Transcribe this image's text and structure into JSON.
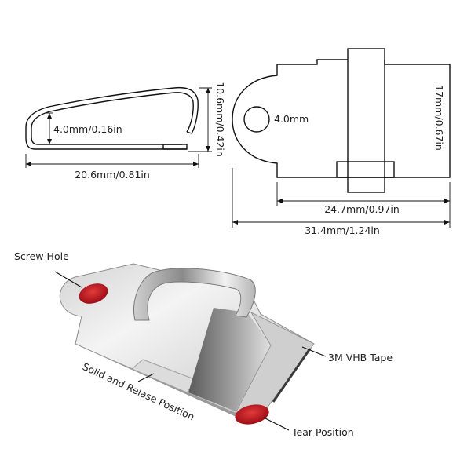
{
  "side_view": {
    "inner_height": "4.0mm/0.16in",
    "total_height": "10.6mm/0.42in",
    "length": "20.6mm/0.81in"
  },
  "top_view": {
    "hole_diameter": "4.0mm",
    "width": "17mm/0.67in",
    "body_length": "24.7mm/0.97in",
    "total_length": "31.4mm/1.24in"
  },
  "photo_callouts": {
    "screw_hole": "Screw Hole",
    "tape": "3M VHB Tape",
    "position": "Solid and Relase Position",
    "tear": "Tear Position"
  },
  "colors": {
    "line": "#111111",
    "metal_light": "#e6e6e6",
    "metal_dark": "#6e6e6e",
    "red": "#c0101a"
  }
}
